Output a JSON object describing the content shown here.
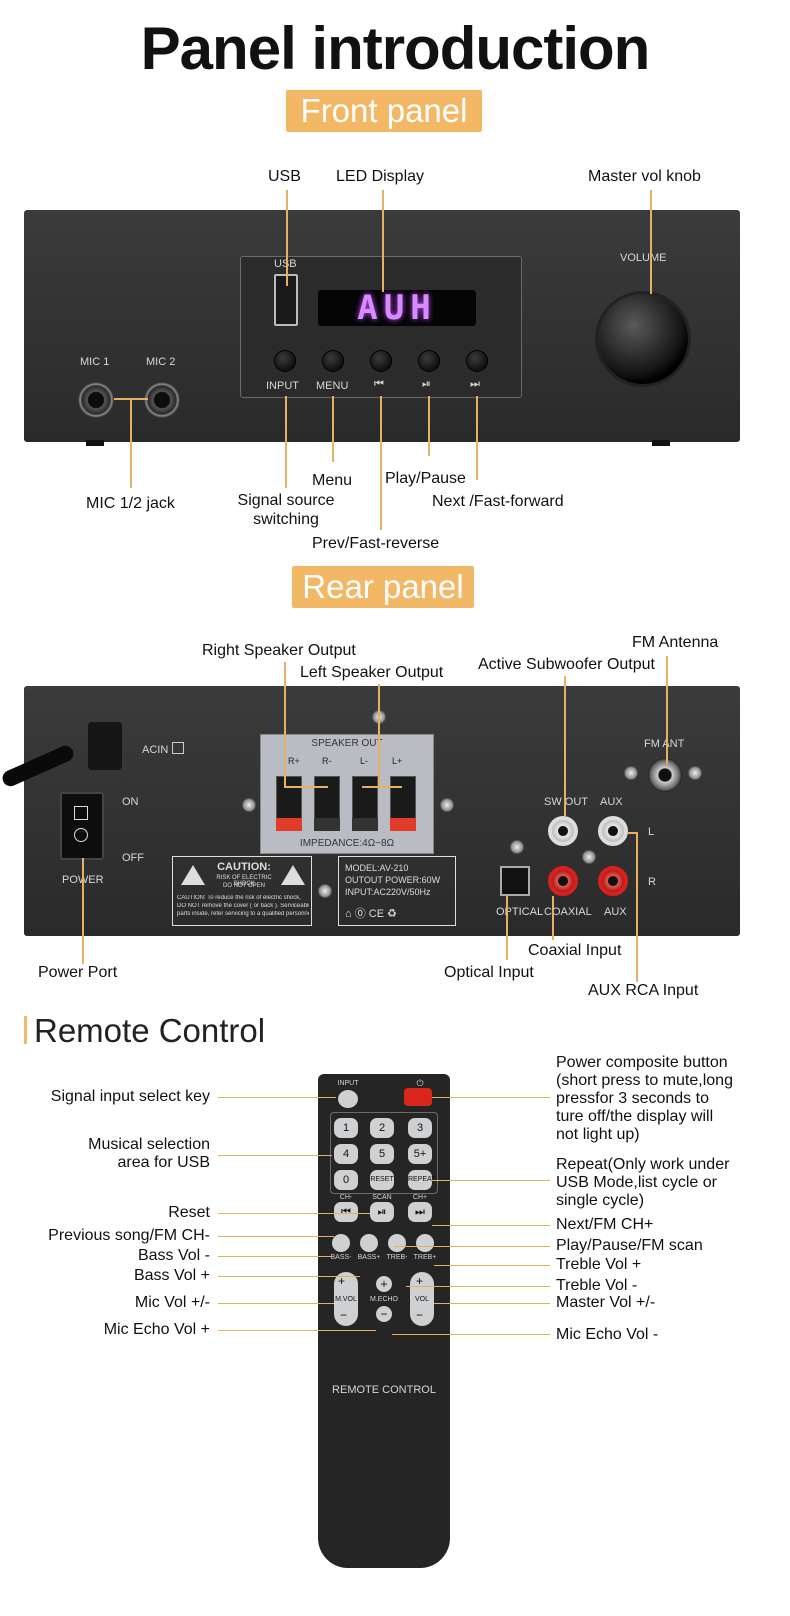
{
  "title": "Panel introduction",
  "front": {
    "badge": "Front panel",
    "silk": {
      "usb": "USB",
      "volume": "VOLUME",
      "mic1": "MIC 1",
      "mic2": "MIC 2",
      "input": "INPUT",
      "menu": "MENU",
      "prev": "⏮",
      "play": "⏯",
      "next": "⏭"
    },
    "led_text": "AUH",
    "labels": {
      "usb": "USB",
      "led_display": "LED Display",
      "master_vol": "Master vol knob",
      "mic_jack": "MIC 1/2 jack",
      "menu": "Menu",
      "play_pause": "Play/Pause",
      "next": "Next /Fast-forward",
      "signal_source_1": "Signal source",
      "signal_source_2": "switching",
      "prev": "Prev/Fast-reverse"
    }
  },
  "rear": {
    "badge": "Rear panel",
    "silk": {
      "acin": "ACIN",
      "on": "ON",
      "off": "OFF",
      "power": "POWER",
      "speaker_out": "SPEAKER OUT",
      "r_plus": "R+",
      "r_minus": "R-",
      "l_minus": "L-",
      "l_plus": "L+",
      "impedance": "IMPEDANCE:4Ω~8Ω",
      "caution_title": "CAUTION:",
      "caution_sub1": "RISK OF ELECTRIC SHOCK",
      "caution_sub2": "DO NOT OPEN",
      "caution_body1": "CAUTION: To reduce the risk of electric shock,",
      "caution_body2": "DO NOT remove the cover ( or back ). Serviceable",
      "caution_body3": "parts inside, refer servicing to a qualified personnel.",
      "model": "MODEL:AV-210",
      "output_power": "OUTOUT POWER:60W",
      "input_power": "INPUT:AC220V/50Hz",
      "certs": "⌂ ⓪ CE ♻",
      "fm_ant": "FM ANT",
      "sw_out": "SW OUT",
      "aux_top": "AUX",
      "l": "L",
      "r": "R",
      "optical": "OPTICAL",
      "coaxial": "COAXIAL",
      "aux_bottom": "AUX"
    },
    "labels": {
      "right_speaker": "Right Speaker Output",
      "left_speaker": "Left Speaker Output",
      "active_sub": "Active Subwoofer Output",
      "fm_antenna": "FM Antenna",
      "power_port": "Power Port",
      "coaxial_input": "Coaxial Input",
      "optical_input": "Optical Input",
      "aux_rca": "AUX RCA Input"
    }
  },
  "remote": {
    "heading": "Remote Control",
    "silk": {
      "input": "INPUT",
      "power": "⏻",
      "reset": "RESET",
      "repeat": "REPEAT",
      "ch_minus": "CH-",
      "scan": "SCAN",
      "ch_plus": "CH+",
      "bass_minus": "BASS-",
      "bass_plus": "BASS+",
      "treb_minus": "TREB-",
      "treb_plus": "TREB+",
      "mvol": "M.VOL",
      "mecho": "M.ECHO",
      "vol": "VOL",
      "brand": "REMOTE CONTROL"
    },
    "numbers": [
      "1",
      "2",
      "3",
      "4",
      "5",
      "5+",
      "0"
    ],
    "labels": {
      "signal_input": "Signal input select key",
      "musical_1": "Musical selection",
      "musical_2": "area for USB",
      "reset": "Reset",
      "prev_song": "Previous song/FM CH-",
      "bass_minus": "Bass Vol -",
      "bass_plus": "Bass Vol +",
      "mic_vol": "Mic Vol +/-",
      "mic_echo_plus": "Mic Echo Vol +",
      "power_1": "Power composite button",
      "power_2": "(short press to mute,long",
      "power_3": "pressfor 3 seconds to",
      "power_4": "ture off/the display will",
      "power_5": "not light up)",
      "repeat_1": "Repeat(Only work under",
      "repeat_2": "USB Mode,list cycle or",
      "repeat_3": "single cycle)",
      "next_ch": "Next/FM CH+",
      "play_scan": "Play/Pause/FM scan",
      "treble_plus": "Treble Vol +",
      "treble_minus": "Treble Vol -",
      "master_vol": "Master Vol +/-",
      "mic_echo_minus": "Mic Echo Vol -"
    }
  }
}
